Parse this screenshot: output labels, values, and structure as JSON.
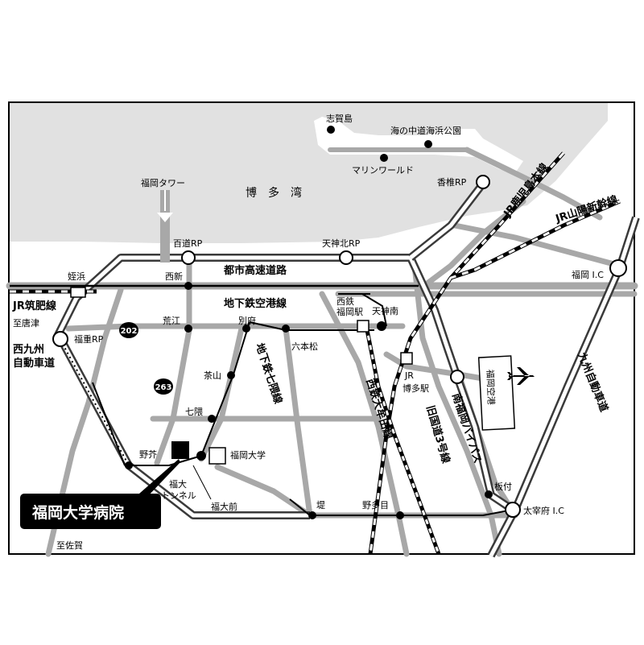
{
  "places": {
    "shikanoshima": "志賀島",
    "uminonakamichi": "海の中道海浜公園",
    "marine_world": "マリンワールド",
    "kashii_rp": "香椎RP",
    "fukuoka_tower": "福岡タワー",
    "hakata_bay": "博　多　湾",
    "momochi_rp": "百道RP",
    "tenjinkita_rp": "天神北RP",
    "urban_expressway": "都市高速道路",
    "meinohama": "姪浜",
    "nishijin": "西新",
    "jr_chikuhi": "JR筑肥線",
    "to_karatsu": "至唐津",
    "subway_airport": "地下鉄空港線",
    "nishitetsu_fukuoka": "西鉄\n福岡駅",
    "tenjin_minami": "天神南",
    "route202": "202",
    "arae": "荒江",
    "befu": "別府",
    "fukushige_rp": "福重RP",
    "nishikyushu_1": "西九州",
    "nishikyushu_2": "自動車道",
    "roppommatsu": "六本松",
    "subway_nanakuma": "地下鉄七隈線",
    "chayama": "茶山",
    "route263": "263",
    "nanakuma": "七隈",
    "noke": "野芥",
    "fukuoka_university": "福岡大学",
    "fukudai_tunnel_1": "福大",
    "fukudai_tunnel_2": "トンネル",
    "fukudaimae": "福大前",
    "hospital": "福岡大学病院",
    "to_saga": "至佐賀",
    "tsutsumi": "堤",
    "notame": "野多目",
    "nishitetsu_omuta": "西鉄大牟田線",
    "jr_hakata_1": "JR",
    "jr_hakata_2": "博多駅",
    "old_route3": "旧国道3号線",
    "minami_bypass": "南福岡バイパス",
    "fukuoka_airport": "福岡空港",
    "itazuke": "板付",
    "dazaifu_ic": "太宰府 I.C",
    "fukuoka_ic": "福岡 I.C",
    "kyushu_expressway": "九州自動車道",
    "jr_kagoshima": "JR鹿児島本線",
    "jr_sanyo": "JR山陽新幹線"
  },
  "colors": {
    "sea": "#e1e1e1",
    "road": "#a8a8a8",
    "ink": "#000000",
    "paper": "#ffffff"
  },
  "icons": [
    "airplane-icon",
    "station-icon",
    "interchange-icon",
    "hospital-marker"
  ]
}
